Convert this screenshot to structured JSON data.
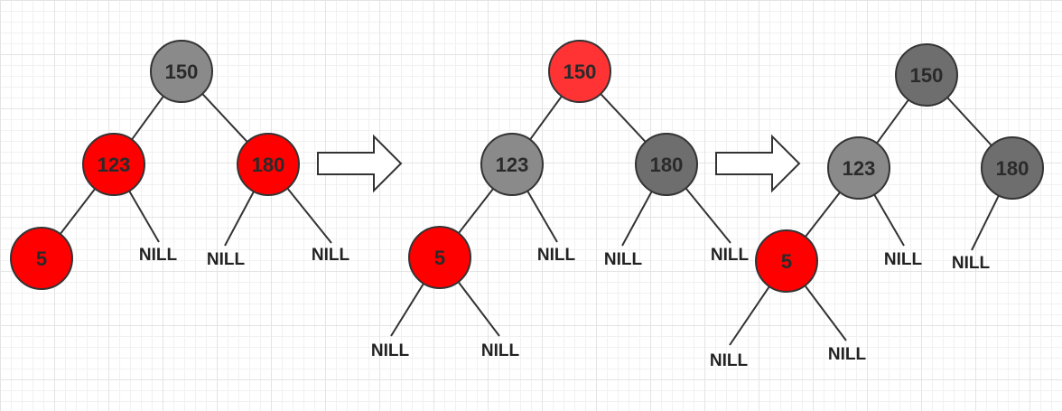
{
  "colors": {
    "red": "#ff0000",
    "bright_red": "#ff3333",
    "gray": "#8a8a8a",
    "dark_gray": "#6e6e6e",
    "outline": "#333333",
    "edge": "#333333",
    "arrow_fill": "#ffffff",
    "arrow_stroke": "#333333"
  },
  "trees": [
    {
      "id": "tree-1",
      "nodes": [
        {
          "id": "n150",
          "value": "150",
          "color": "gray"
        },
        {
          "id": "n123",
          "value": "123",
          "color": "red"
        },
        {
          "id": "n180",
          "value": "180",
          "color": "red"
        },
        {
          "id": "n5",
          "value": "5",
          "color": "red"
        }
      ],
      "nil_labels": [
        "NILL",
        "NILL",
        "NILL"
      ]
    },
    {
      "id": "tree-2",
      "nodes": [
        {
          "id": "n150",
          "value": "150",
          "color": "bright_red"
        },
        {
          "id": "n123",
          "value": "123",
          "color": "gray"
        },
        {
          "id": "n180",
          "value": "180",
          "color": "dark_gray"
        },
        {
          "id": "n5",
          "value": "5",
          "color": "red"
        }
      ],
      "nil_labels": [
        "NILL",
        "NILL",
        "NILL",
        "NILL",
        "NILL"
      ]
    },
    {
      "id": "tree-3",
      "nodes": [
        {
          "id": "n150",
          "value": "150",
          "color": "dark_gray"
        },
        {
          "id": "n123",
          "value": "123",
          "color": "gray"
        },
        {
          "id": "n180",
          "value": "180",
          "color": "dark_gray"
        },
        {
          "id": "n5",
          "value": "5",
          "color": "red"
        }
      ],
      "nil_labels": [
        "NILL",
        "NILL",
        "NILL",
        "NILL"
      ]
    }
  ]
}
